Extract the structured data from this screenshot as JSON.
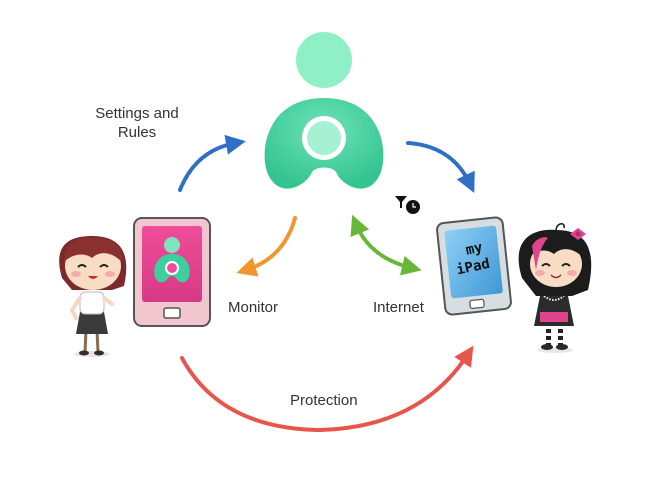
{
  "labels": {
    "settings_line1": "Settings and",
    "settings_line2": "Rules",
    "monitor": "Monitor",
    "internet": "Internet",
    "protection": "Protection"
  },
  "tablet_text": {
    "line1": "my",
    "line2": "iPad"
  },
  "colors": {
    "logo_teal": "#3ecf9e",
    "logo_mint": "#8ff0c8",
    "arrow_blue": "#2f6fc6",
    "arrow_orange": "#f0962e",
    "arrow_green": "#67b83a",
    "arrow_red": "#e8554c",
    "parent_phone": "#e9458f",
    "child_tablet": "#5aa7dc"
  },
  "icons": [
    "parent-app-logo-icon",
    "filter-clock-icon",
    "parent-girl-icon",
    "child-girl-icon"
  ]
}
